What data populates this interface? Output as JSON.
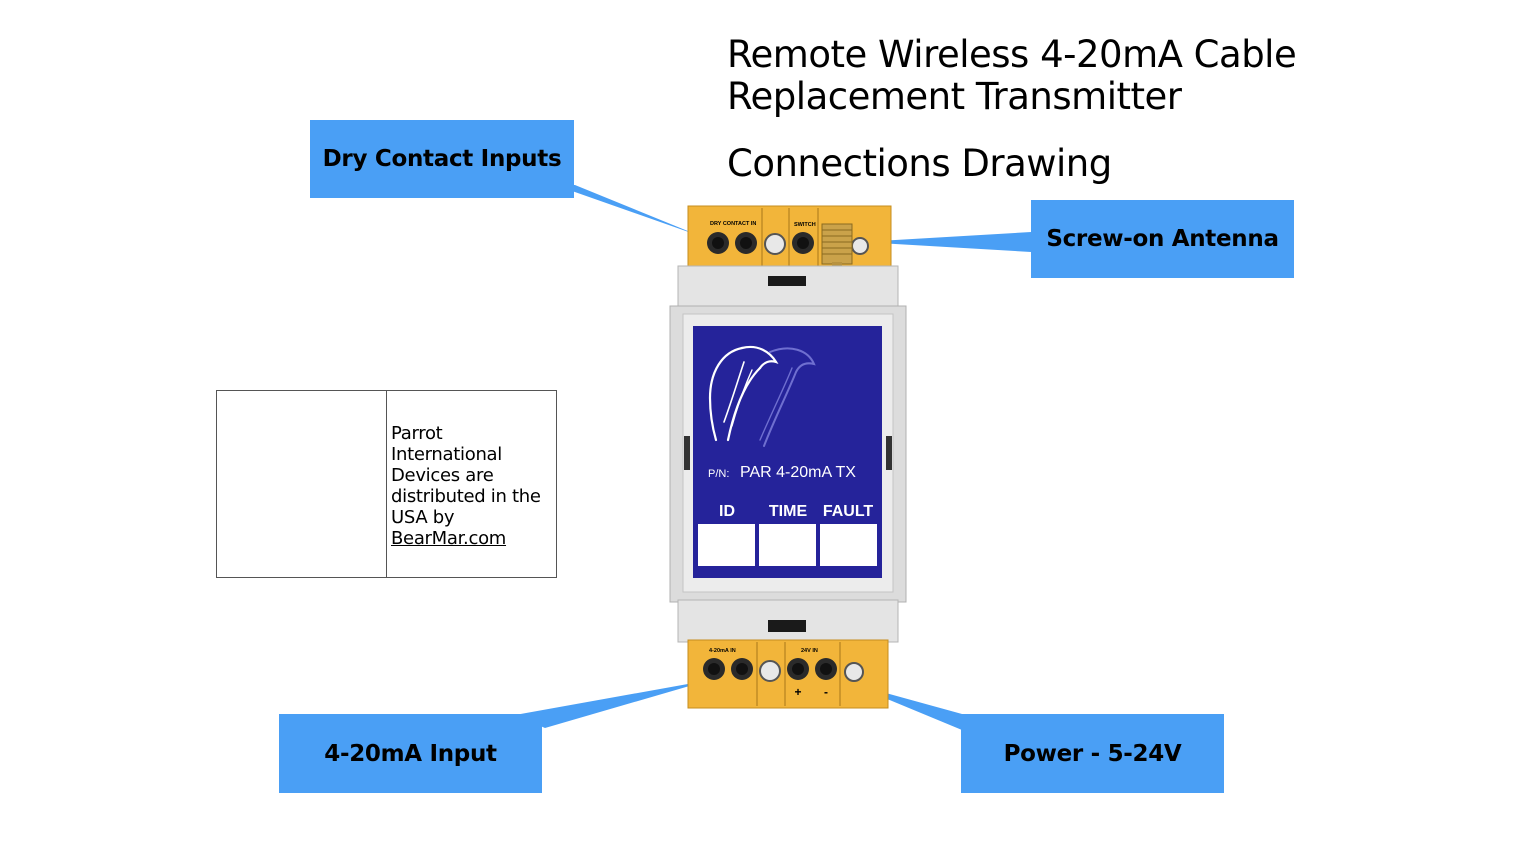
{
  "title_line1": "Remote Wireless 4-20mA Cable",
  "title_line2": "Replacement Transmitter",
  "subtitle": "Connections Drawing",
  "callouts": {
    "dry_contact": "Dry Contact Inputs",
    "antenna": "Screw-on Antenna",
    "input_420": "4-20mA Input",
    "power": "Power - 5-24V"
  },
  "device": {
    "terminal_top_left": "DRY CONTACT IN",
    "terminal_top_right": "SWITCH",
    "terminal_bottom_left": "4-20mA IN",
    "terminal_bottom_right": "24V IN",
    "plus": "+",
    "minus": "-",
    "part_number_prefix": "P/N:",
    "part_number": "PAR 4-20mA TX",
    "indicators": [
      "ID",
      "TIME",
      "FAULT"
    ],
    "panel_color": "#25239a",
    "terminal_color": "#f2b53a"
  },
  "qr_note": {
    "text": "Parrot International Devices are distributed in the USA by",
    "link": "BearMar.com"
  },
  "colors": {
    "callout": "#4a9ff5"
  }
}
